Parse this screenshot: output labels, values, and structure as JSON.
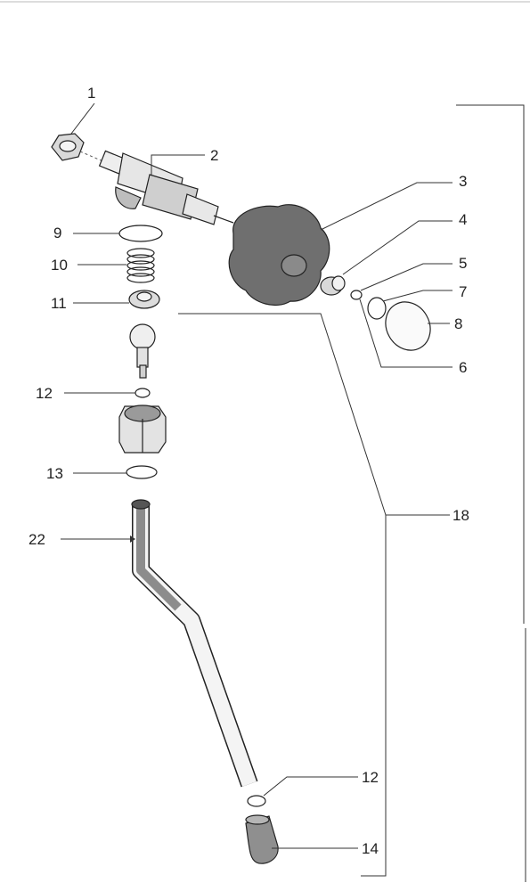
{
  "diagram": {
    "parts": [
      {
        "id": "p1",
        "label": "1"
      },
      {
        "id": "p2",
        "label": "2"
      },
      {
        "id": "p3",
        "label": "3"
      },
      {
        "id": "p4",
        "label": "4"
      },
      {
        "id": "p5",
        "label": "5"
      },
      {
        "id": "p6",
        "label": "6"
      },
      {
        "id": "p7",
        "label": "7"
      },
      {
        "id": "p8",
        "label": "8"
      },
      {
        "id": "p9",
        "label": "9"
      },
      {
        "id": "p10",
        "label": "10"
      },
      {
        "id": "p11",
        "label": "11"
      },
      {
        "id": "p12a",
        "label": "12"
      },
      {
        "id": "p13",
        "label": "13"
      },
      {
        "id": "p22",
        "label": "22"
      },
      {
        "id": "p18",
        "label": "18"
      },
      {
        "id": "p12b",
        "label": "12"
      },
      {
        "id": "p14",
        "label": "14"
      }
    ]
  }
}
